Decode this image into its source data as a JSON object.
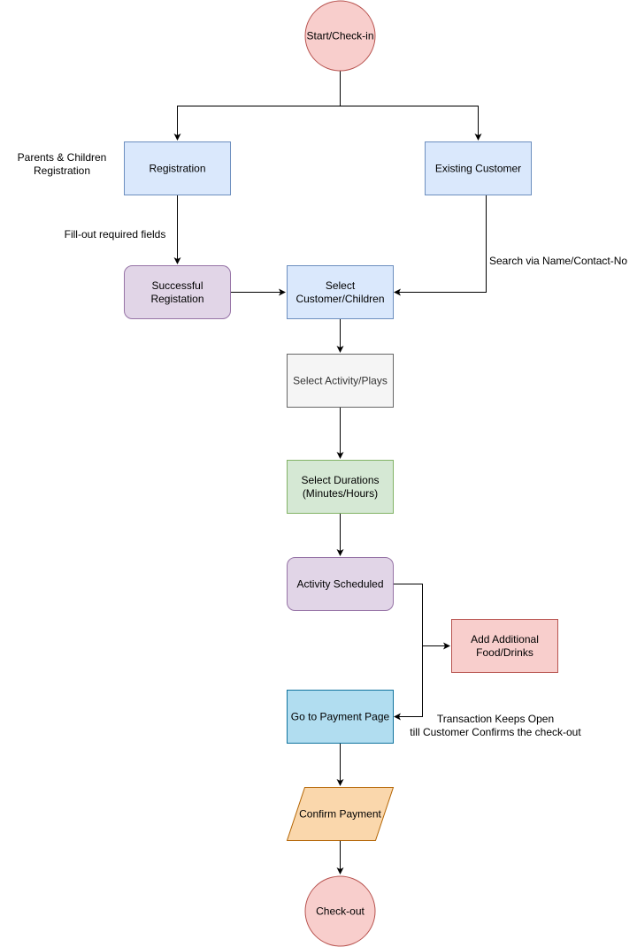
{
  "nodes": {
    "start": {
      "label": "Start/Check-in",
      "fill": "#f8cecc",
      "stroke": "#b85450"
    },
    "registration": {
      "label": "Registration",
      "fill": "#dae8fc",
      "stroke": "#6c8ebf"
    },
    "existing_customer": {
      "label": "Existing Customer",
      "fill": "#dae8fc",
      "stroke": "#6c8ebf"
    },
    "successful_registration": {
      "line1": "Successful",
      "line2": "Registation",
      "fill": "#e1d5e7",
      "stroke": "#9673a6"
    },
    "select_customer": {
      "line1": "Select",
      "line2": "Customer/Children",
      "fill": "#dae8fc",
      "stroke": "#6c8ebf"
    },
    "select_activity": {
      "label": "Select Activity/Plays",
      "fill": "#f5f5f5",
      "stroke": "#666666"
    },
    "select_durations": {
      "line1": "Select Durations",
      "line2": "(Minutes/Hours)",
      "fill": "#d5e8d4",
      "stroke": "#82b366"
    },
    "activity_scheduled": {
      "label": "Activity Scheduled",
      "fill": "#e1d5e7",
      "stroke": "#9673a6"
    },
    "add_food": {
      "line1": "Add Additional",
      "line2": "Food/Drinks",
      "fill": "#f8cecc",
      "stroke": "#b85450"
    },
    "payment_page": {
      "label": "Go to Payment Page",
      "fill": "#b1ddf0",
      "stroke": "#10739e"
    },
    "confirm_payment": {
      "label": "Confirm Payment",
      "fill": "#fad7ac",
      "stroke": "#b46504"
    },
    "checkout": {
      "label": "Check-out",
      "fill": "#f8cecc",
      "stroke": "#b85450"
    }
  },
  "annotations": {
    "parents_registration": {
      "line1": "Parents & Children",
      "line2": "Registration"
    },
    "fill_out": "Fill-out required fields",
    "search_via": "Search via Name/Contact-No",
    "transaction_open": {
      "line1": "Transaction Keeps Open",
      "line2": "till Customer Confirms the check-out"
    }
  },
  "colors": {
    "edge": "#000000"
  }
}
